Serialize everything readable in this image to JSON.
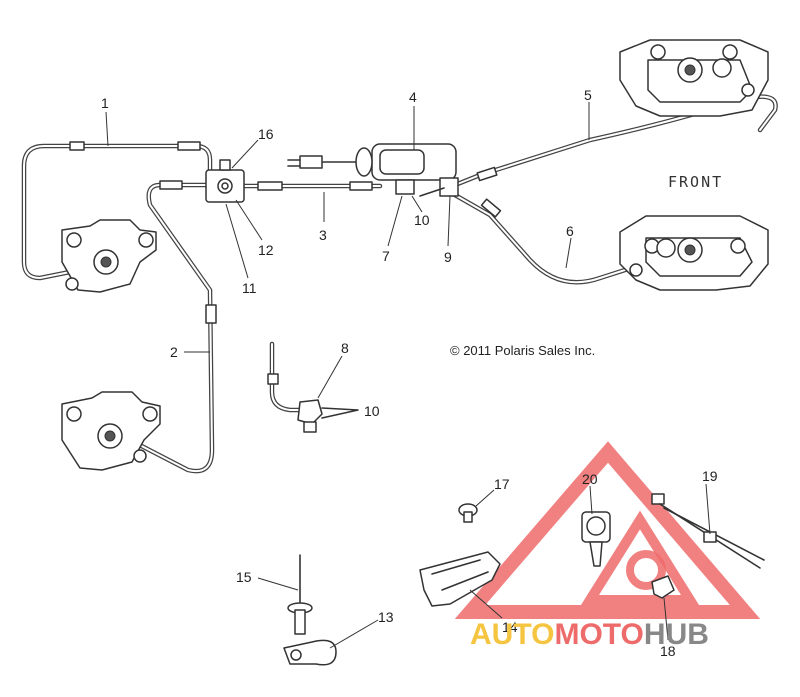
{
  "diagram": {
    "front_label": "FRONT",
    "copyright": "© 2011 Polaris Sales Inc.",
    "callouts": [
      {
        "id": "c1",
        "text": "1"
      },
      {
        "id": "c2",
        "text": "2"
      },
      {
        "id": "c3",
        "text": "3"
      },
      {
        "id": "c4",
        "text": "4"
      },
      {
        "id": "c5",
        "text": "5"
      },
      {
        "id": "c6",
        "text": "6"
      },
      {
        "id": "c7",
        "text": "7"
      },
      {
        "id": "c8",
        "text": "8"
      },
      {
        "id": "c9",
        "text": "9"
      },
      {
        "id": "c10a",
        "text": "10"
      },
      {
        "id": "c10b",
        "text": "10"
      },
      {
        "id": "c11",
        "text": "11"
      },
      {
        "id": "c12",
        "text": "12"
      },
      {
        "id": "c13",
        "text": "13"
      },
      {
        "id": "c14",
        "text": "14"
      },
      {
        "id": "c15",
        "text": "15"
      },
      {
        "id": "c16",
        "text": "16"
      },
      {
        "id": "c17",
        "text": "17"
      },
      {
        "id": "c18",
        "text": "18"
      },
      {
        "id": "c19",
        "text": "19"
      },
      {
        "id": "c20",
        "text": "20"
      }
    ]
  },
  "watermark": {
    "word_1": "AUTO",
    "word_2": "MOTO",
    "word_3": "HUB",
    "color_1": "#f5c542",
    "color_2": "#ee6b6b",
    "color_3": "#888888"
  }
}
